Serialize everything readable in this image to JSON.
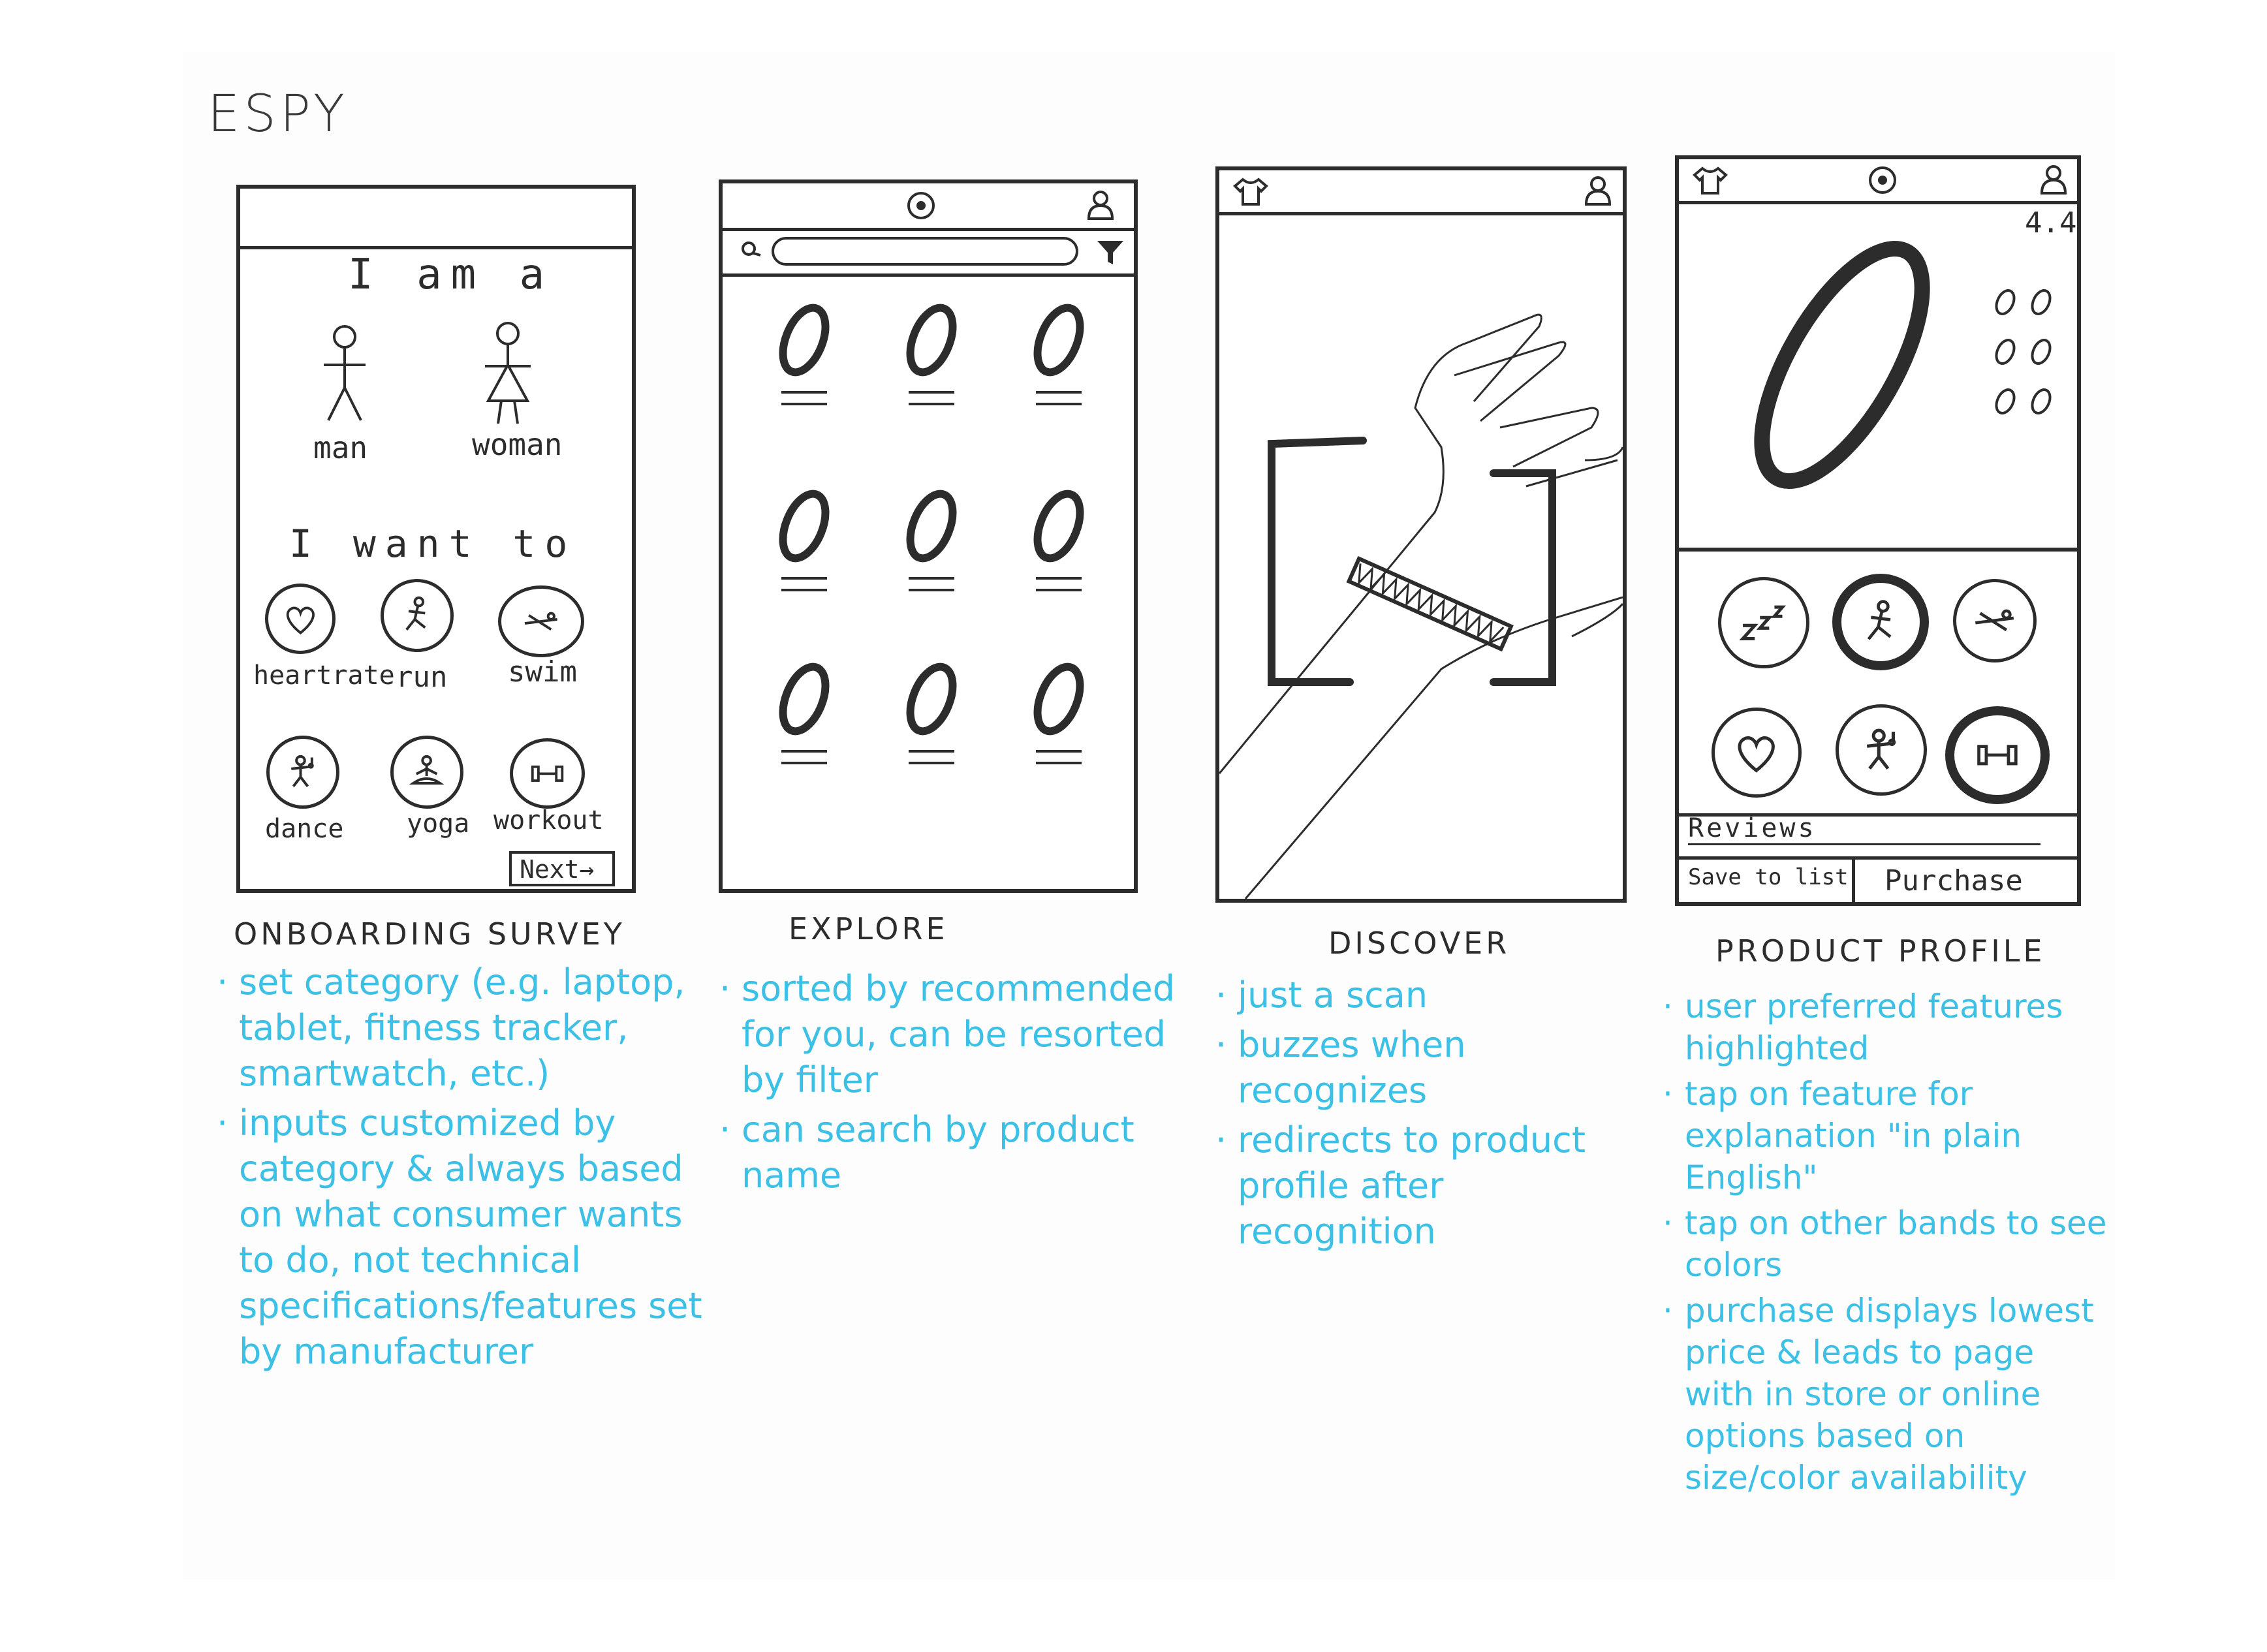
{
  "app_title": "ESPY",
  "screens": {
    "onboarding": {
      "heading_gender": "I am a",
      "gender_options": [
        "man",
        "woman"
      ],
      "heading_activity": "I want to",
      "activities": [
        "heartrate",
        "run",
        "swim",
        "dance",
        "yoga",
        "workout"
      ],
      "next_label": "Next→"
    },
    "explore": {},
    "discover": {},
    "product": {
      "rating": "4.4",
      "reviews_label": "Reviews",
      "save_label": "Save to list",
      "purchase_label": "Purchase"
    }
  },
  "captions": [
    "ONBOARDING SURVEY",
    "EXPLORE",
    "DISCOVER",
    "PRODUCT PROFILE"
  ],
  "notes": {
    "onboarding": [
      "set category (e.g. laptop, tablet, fitness tracker, smartwatch, etc.)",
      "inputs customized by category & always based on what consumer wants to do, not technical specifications/features set by manufacturer"
    ],
    "explore": [
      "sorted by recommended for you, can be resorted by filter",
      "can search by product name"
    ],
    "discover": [
      "just a scan",
      "buzzes when recognizes",
      "redirects to product profile after recognition"
    ],
    "product": [
      "user preferred features highlighted",
      "tap on feature for explanation \"in plain English\"",
      "tap on other bands to see colors",
      "purchase displays lowest price & leads to page with in store or online options based on size/color availability"
    ]
  },
  "colors": {
    "ink": "#2c2c2c",
    "note": "#3cc0e6"
  }
}
